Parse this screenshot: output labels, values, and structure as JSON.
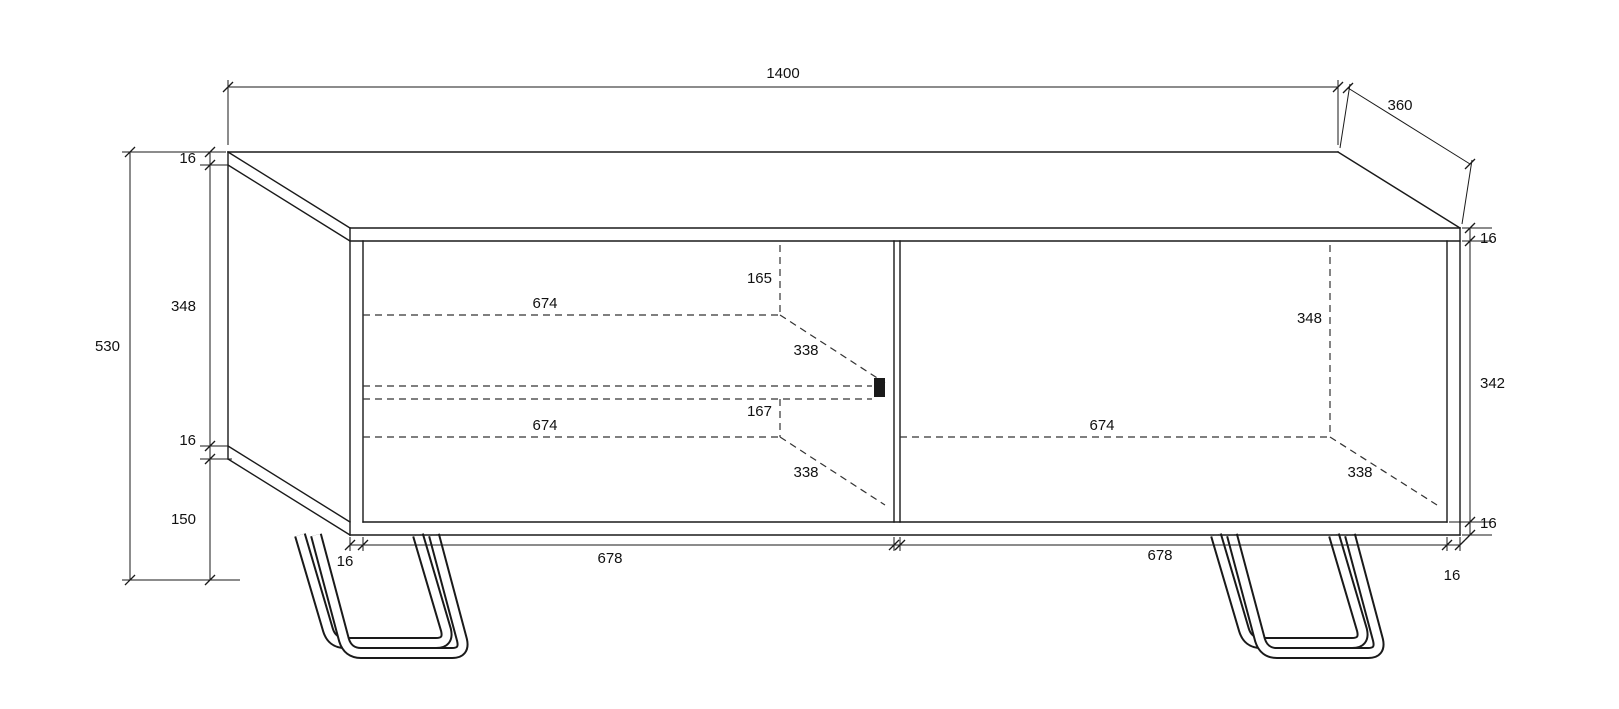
{
  "dims": {
    "overall_width": "1400",
    "overall_depth": "360",
    "overall_height": "530",
    "top_panel_thickness": "16",
    "back_interior_height": "348",
    "bottom_panel_thickness": "16",
    "leg_height": "150",
    "left_top_gap": "165",
    "left_shelf_width": "674",
    "left_shelf_depth": "338",
    "left_bottom_gap": "167",
    "left_bottom_width": "674",
    "left_bottom_depth": "338",
    "right_interior_height": "348",
    "right_bottom_width": "674",
    "right_bottom_depth": "338",
    "front_top_thickness": "16",
    "front_interior_height": "342",
    "front_bottom_thickness": "16",
    "side_panel_thickness_left": "16",
    "left_opening_width": "678",
    "right_opening_width": "678",
    "side_panel_thickness_right": "16"
  },
  "colors": {
    "line": "#1a1a1a",
    "dashed_line": "#333333",
    "background": "#ffffff",
    "text": "#111111"
  }
}
